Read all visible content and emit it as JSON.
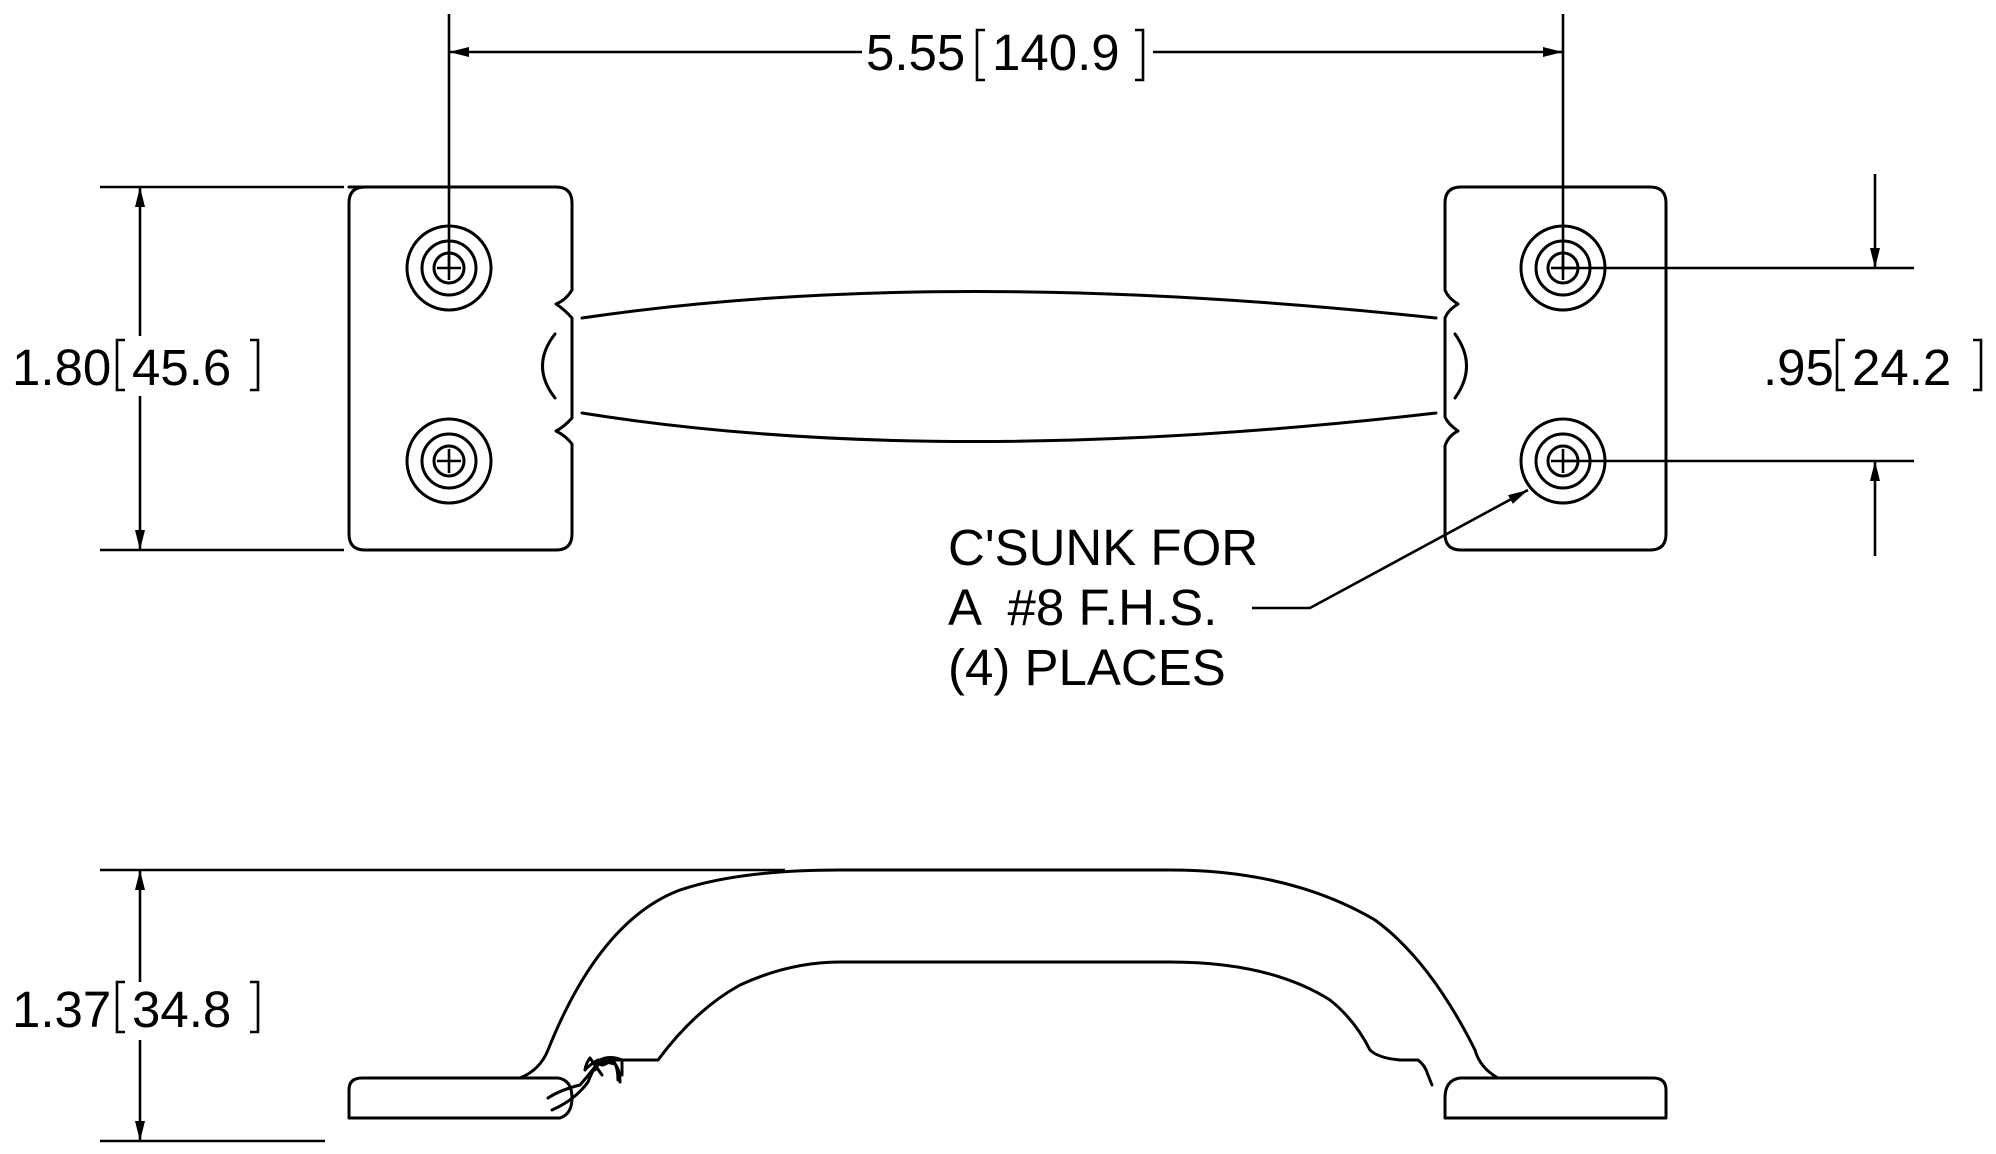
{
  "dimensions": {
    "hole_spacing": {
      "inch": "5.55",
      "mm": "140.9"
    },
    "plate_height": {
      "inch": "1.80",
      "mm": "45.6"
    },
    "hole_vertical": {
      "inch": ".95",
      "mm": "24.2"
    },
    "handle_height": {
      "inch": "1.37",
      "mm": "34.8"
    }
  },
  "note": {
    "line1": "C'SUNK FOR",
    "line2": "A  #8 F.H.S.",
    "line3": "(4) PLACES"
  },
  "colors": {
    "line": "#000000",
    "background": "#ffffff"
  }
}
